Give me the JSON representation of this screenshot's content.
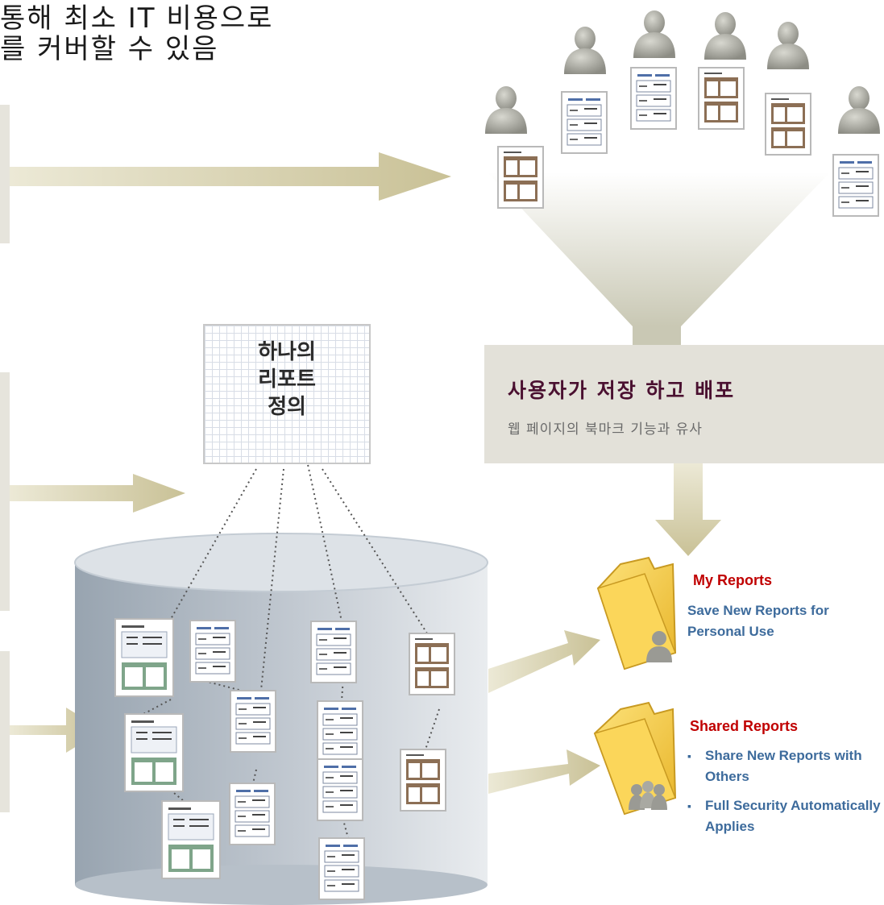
{
  "headline": {
    "line1": "통해 최소 IT 비용으로",
    "line2": "를 커버할 수 있음"
  },
  "definition_box": {
    "line1": "하나의",
    "line2": "리포트",
    "line3": "정의"
  },
  "distribution_box": {
    "title": "사용자가 저장 하고 배포",
    "subtitle": "웹 페이지의 북마크 기능과 유사"
  },
  "my_reports": {
    "title": "My Reports",
    "description": "Save New Reports for Personal Use"
  },
  "shared_reports": {
    "title": "Shared Reports",
    "bullets": [
      "Share New Reports with Others",
      "Full Security Automatically Applies"
    ]
  },
  "colors": {
    "arrow": "#cfc9a0",
    "panel": "#e6e4dc",
    "title_dark": "#4a1030",
    "red_title": "#c00000",
    "blue_text": "#3d6b9c",
    "cylinder": "#b7c0c9"
  }
}
